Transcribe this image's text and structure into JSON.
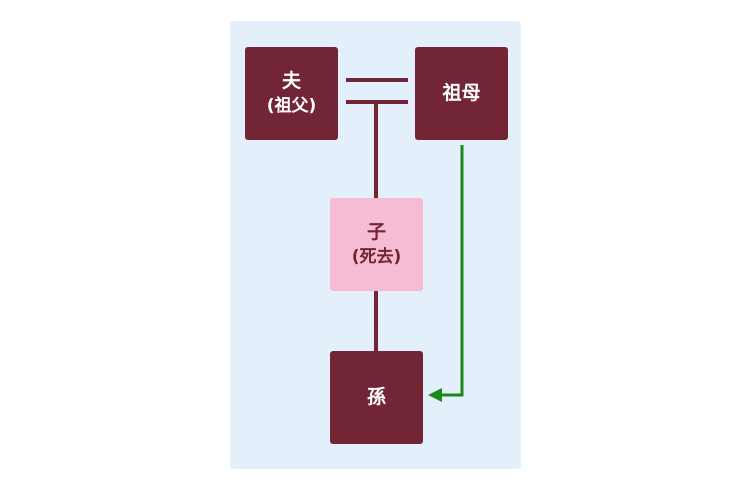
{
  "colors": {
    "panel_bg": "#e3f0fc",
    "dark_node": "#722535",
    "light_node": "#f5bcd3",
    "arrow": "#1a8a1a"
  },
  "nodes": {
    "husband": {
      "label": "夫",
      "sublabel": "(祖父)"
    },
    "grandmother": {
      "label": "祖母"
    },
    "child": {
      "label": "子",
      "sublabel": "(死去)"
    },
    "grandchild": {
      "label": "孫"
    }
  }
}
